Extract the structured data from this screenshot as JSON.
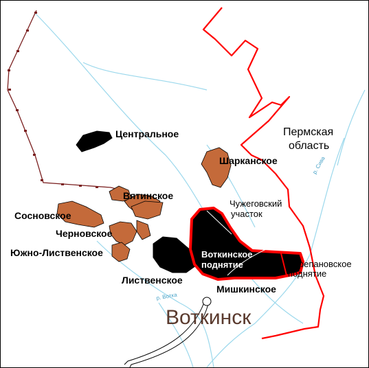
{
  "map": {
    "city": "Воткинск",
    "region_lines": [
      "Пермская",
      "область"
    ],
    "rivers": [
      "р. Сива",
      "р. Вотка"
    ],
    "fields_bold": [
      "Центральное",
      "Шарканское",
      "Вятинское",
      "Сосновское",
      "Черновское",
      "Южно-Лиственское",
      "Лиственское",
      "Мишкинское"
    ],
    "field_chuzhegov_lines": [
      "Чужеговский",
      "участок"
    ],
    "uplift_votkinsk_lines": [
      "Воткинское",
      "поднятие"
    ],
    "uplift_cherepanov_lines": [
      "Черепановское",
      "поднятие"
    ],
    "colors": {
      "border": "#ff0000",
      "field_fill": "#c46a3a",
      "uplift_fill": "#000000",
      "river": "#9bd8ec",
      "railway": "#7a1f1f",
      "city_text": "#5a3a2e"
    }
  }
}
